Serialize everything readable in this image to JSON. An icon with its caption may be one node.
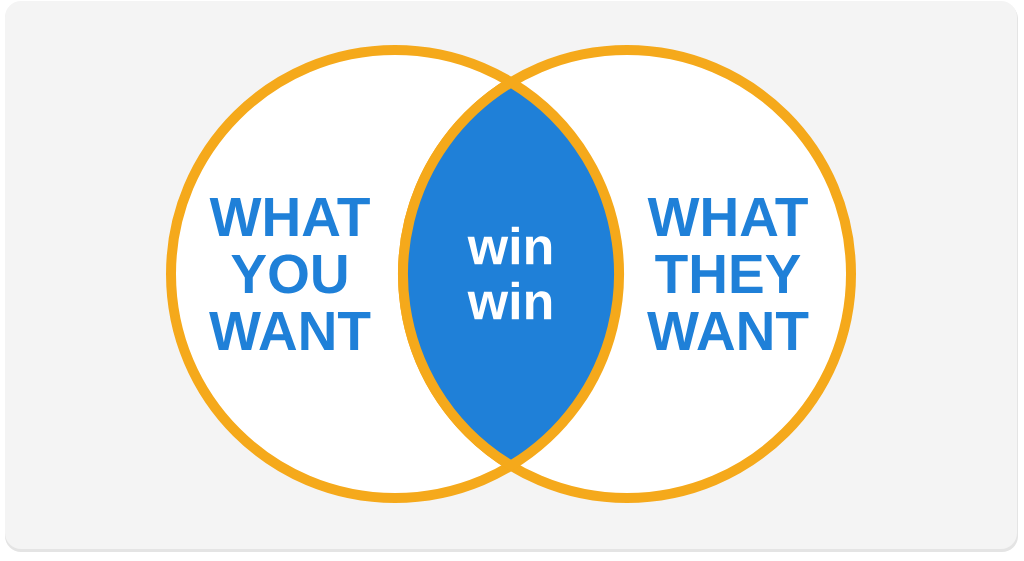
{
  "diagram": {
    "nodes": [
      {
        "text": [
          "WHAT YOU WANT"
        ]
      },
      {
        "text": [
          "WHAT THEY WANT"
        ]
      },
      {
        "text": [
          "win win"
        ]
      }
    ]
  }
}
